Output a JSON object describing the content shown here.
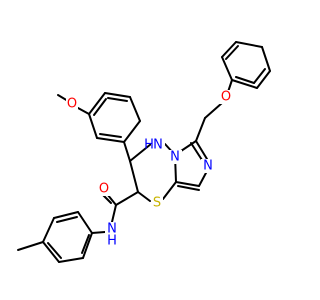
{
  "structure": {
    "atoms": [
      {
        "symbol": "O",
        "color": "#ff0000"
      },
      {
        "symbol": "O",
        "color": "#ff0000"
      },
      {
        "symbol": "O",
        "color": "#ff0000"
      },
      {
        "symbol": "N",
        "color": "#0000ff"
      },
      {
        "symbol": "N",
        "color": "#0000ff"
      },
      {
        "symbol": "N",
        "color": "#0000ff"
      },
      {
        "symbol": "N",
        "color": "#0000ff"
      },
      {
        "symbol": "S",
        "color": "#c8b400"
      },
      {
        "symbol": "H",
        "color": "#0000ff"
      },
      {
        "symbol": "H",
        "color": "#0000ff"
      }
    ]
  }
}
